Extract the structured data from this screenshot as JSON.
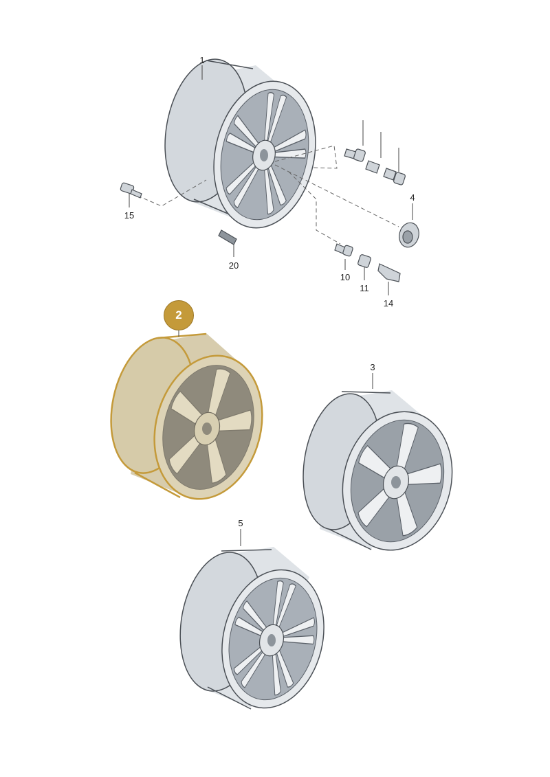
{
  "callouts": {
    "c1": "1",
    "c2": "2",
    "c3": "3",
    "c4": "4",
    "c5": "5",
    "c10": "10",
    "c11": "11",
    "c14": "14",
    "c15": "15",
    "c20": "20"
  },
  "colors": {
    "highlight": "#c49a3a",
    "rim_silver": "#dfe3e7",
    "rim_outline": "#4a4f55"
  }
}
